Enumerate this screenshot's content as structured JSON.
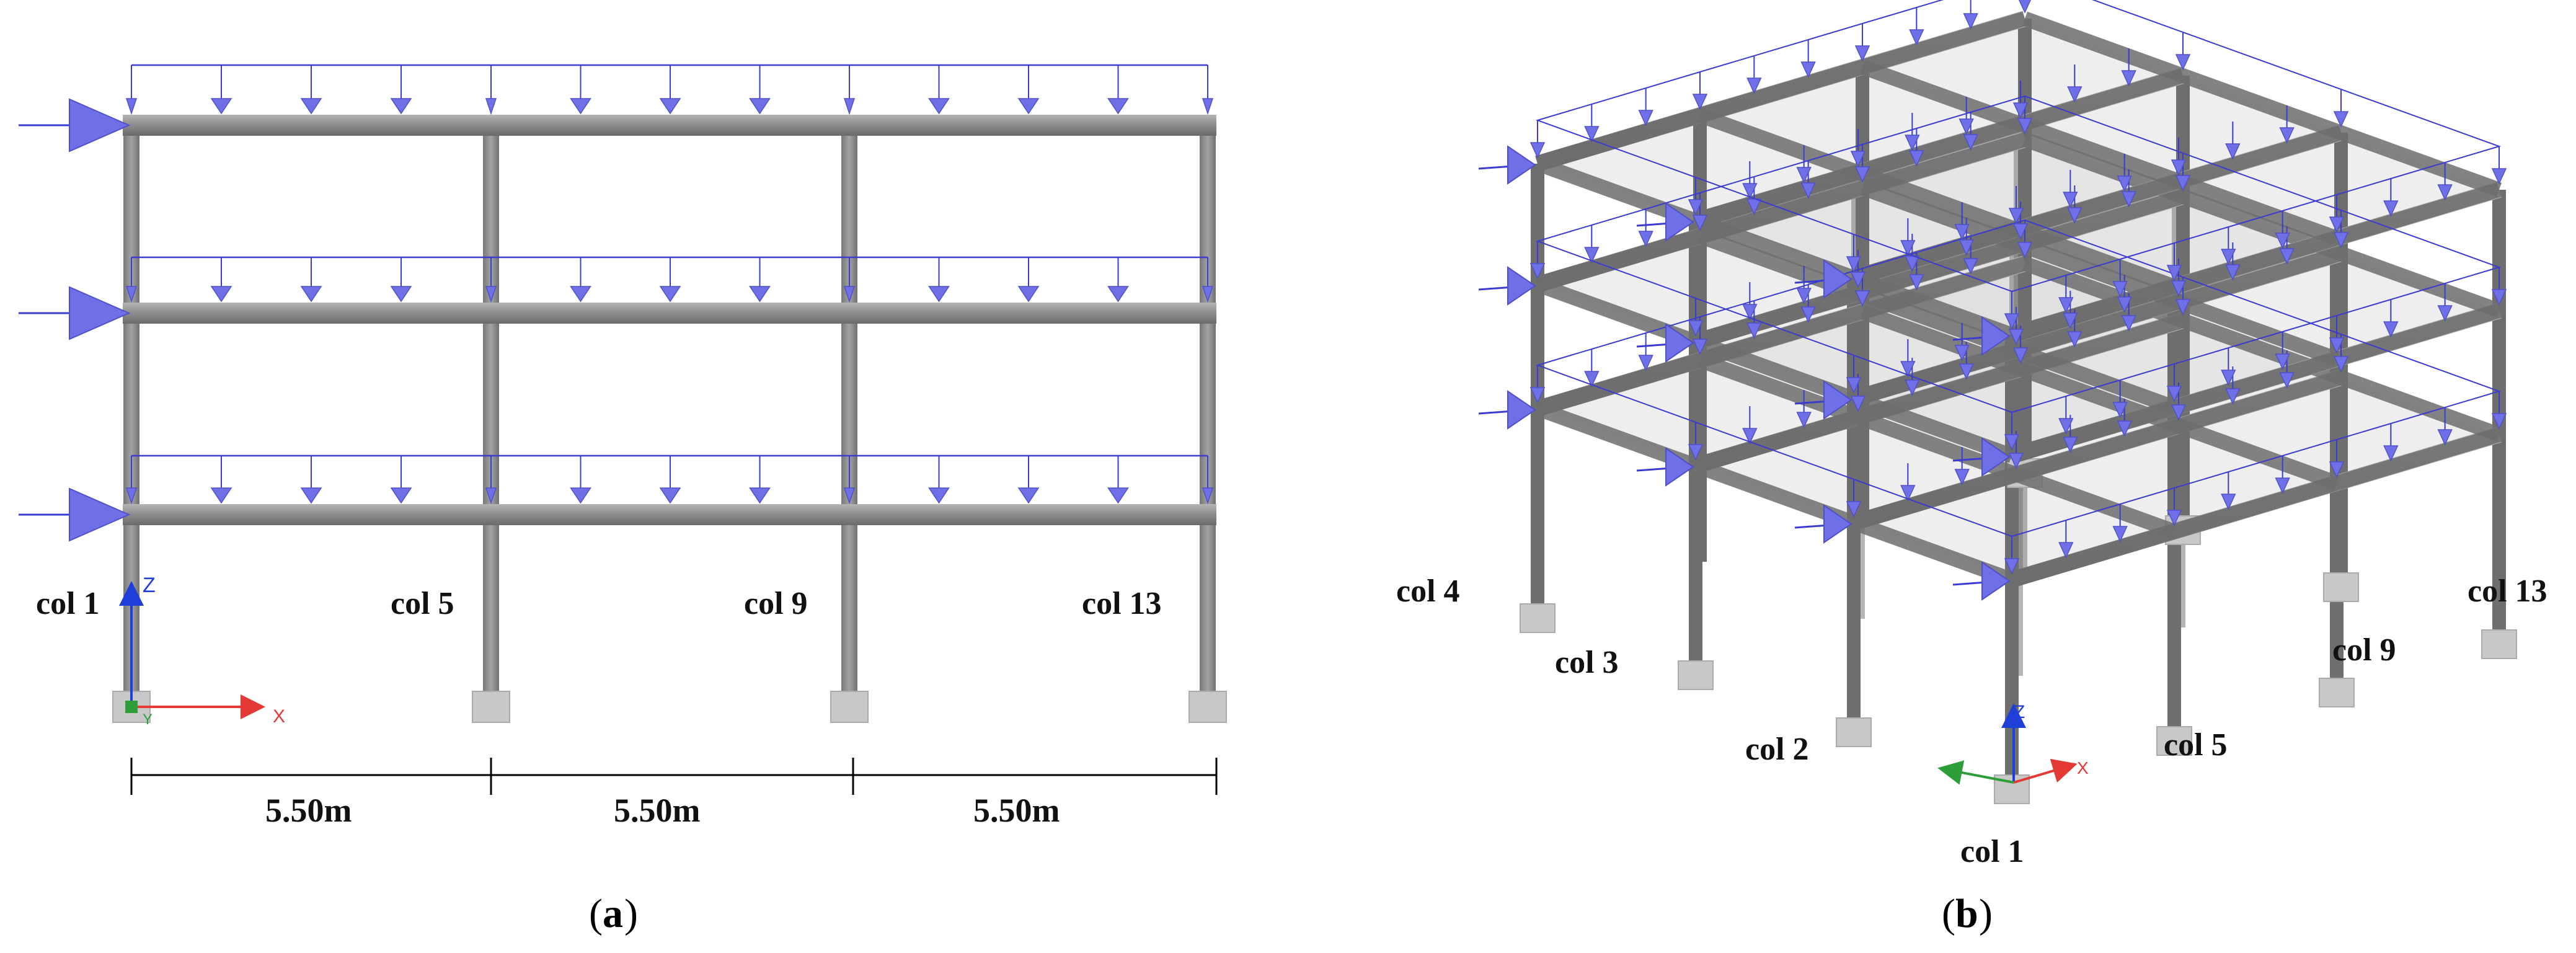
{
  "panel_a": {
    "caption_letter": "a",
    "column_labels": [
      "col 1",
      "col 5",
      "col 9",
      "col 13"
    ],
    "spans": [
      "5.50m",
      "5.50m",
      "5.50m"
    ],
    "axes": {
      "z": "Z",
      "x": "X",
      "y": "Y"
    }
  },
  "panel_b": {
    "caption_letter": "b",
    "column_labels": {
      "c1": "col 1",
      "c2": "col 2",
      "c3": "col 3",
      "c4": "col 4",
      "c5": "col 5",
      "c9": "col 9",
      "c13": "col 13"
    },
    "axes": {
      "z": "Z",
      "x": "X"
    }
  },
  "colors": {
    "frame": "#8c8c8c",
    "frame_dark": "#6e6e6e",
    "load": "#6f6fe8",
    "load_line": "#3b3bd0",
    "support": "#c8c8c8",
    "slab": "#d9d9d9",
    "x_axis": "#e53935",
    "z_axis": "#1e3fd8",
    "y_axis": "#2e9e3a"
  }
}
